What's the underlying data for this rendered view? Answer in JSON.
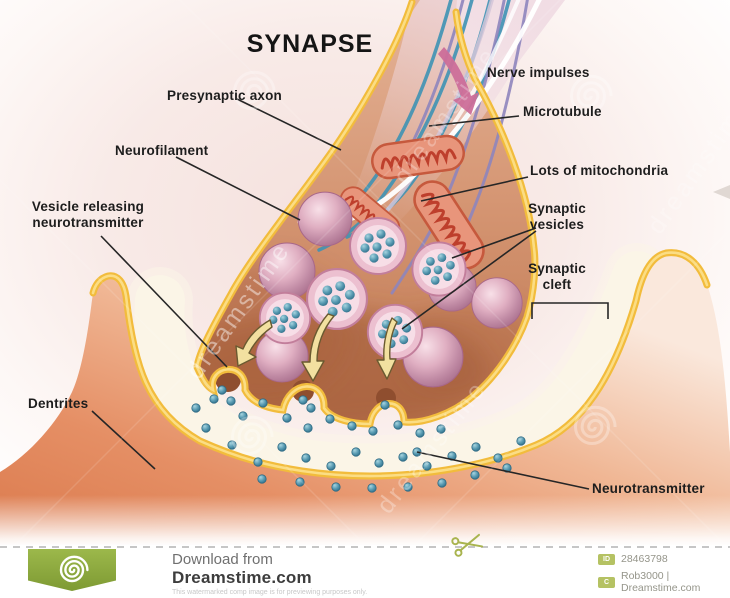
{
  "title": "SYNAPSE",
  "diagram": {
    "labels": {
      "presynaptic_axon": "Presynaptic axon",
      "nerve_impulses": "Nerve impulses",
      "microtubule": "Microtubule",
      "neurofilament": "Neurofilament",
      "lots_of_mitochondria": "Lots of mitochondria",
      "synaptic_vesicles": "Synaptic vesicles",
      "vesicle_releasing_neurotransmitter": "Vesicle releasing neurotransmitter",
      "synaptic_cleft": "Synaptic cleft",
      "dentrites": "Dentrites",
      "neurotransmitter": "Neurotransmitter"
    },
    "watermark_text": "dreamstime",
    "colors": {
      "membrane_yellow": "#F2BC3C",
      "terminal_tan": "#D49471",
      "dendrite_orange": "#DE8155",
      "vesicle_pink": "#CF93AB",
      "neurotransmitter_blue": "#4D8EA8",
      "mitochondria_red": "#C6593D",
      "nerve_arrow_pink": "#CC6E99",
      "badge_green": "#8CA83D"
    }
  },
  "footer": {
    "download_from": "Download from",
    "site_name": "Dreamstime.com",
    "disclaimer": "This watermarked comp image is for previewing purposes only.",
    "id_badge": "ID",
    "image_id": "28463798",
    "copyright_badge": "C",
    "author_credit": "Rob3000 | Dreamstime.com"
  }
}
